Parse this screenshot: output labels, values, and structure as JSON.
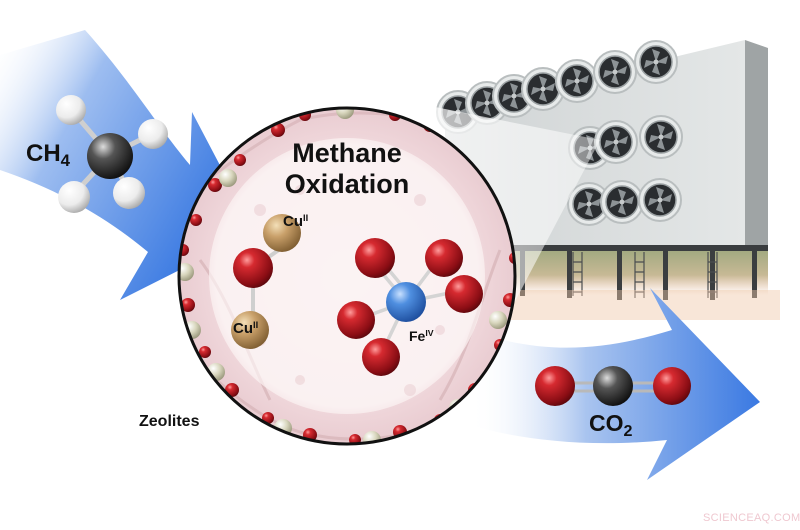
{
  "title": {
    "line1": "Methane",
    "line2": "Oxidation"
  },
  "labels": {
    "reactant": {
      "base": "CH",
      "subscript": "4"
    },
    "product": {
      "base": "CO",
      "subscript": "2"
    },
    "zeolites": "Zeolites",
    "copper_top": {
      "base": "Cu",
      "superscript": "II"
    },
    "copper_bottom": {
      "base": "Cu",
      "superscript": "II"
    },
    "iron": {
      "base": "Fe",
      "superscript": "IV"
    }
  },
  "watermark": "SCIENCEAQ.COM",
  "colors": {
    "arrow_blue": "#3f7fe0",
    "oxygen_red": "#b3141e",
    "copper_tan": "#c39a62",
    "iron_blue": "#4a86d6",
    "carbon_gray": "#3a3a3a",
    "hydrogen_white": "#f2f2f2",
    "circle_border": "#111111",
    "zeolite_pink": "#f1dcde"
  }
}
